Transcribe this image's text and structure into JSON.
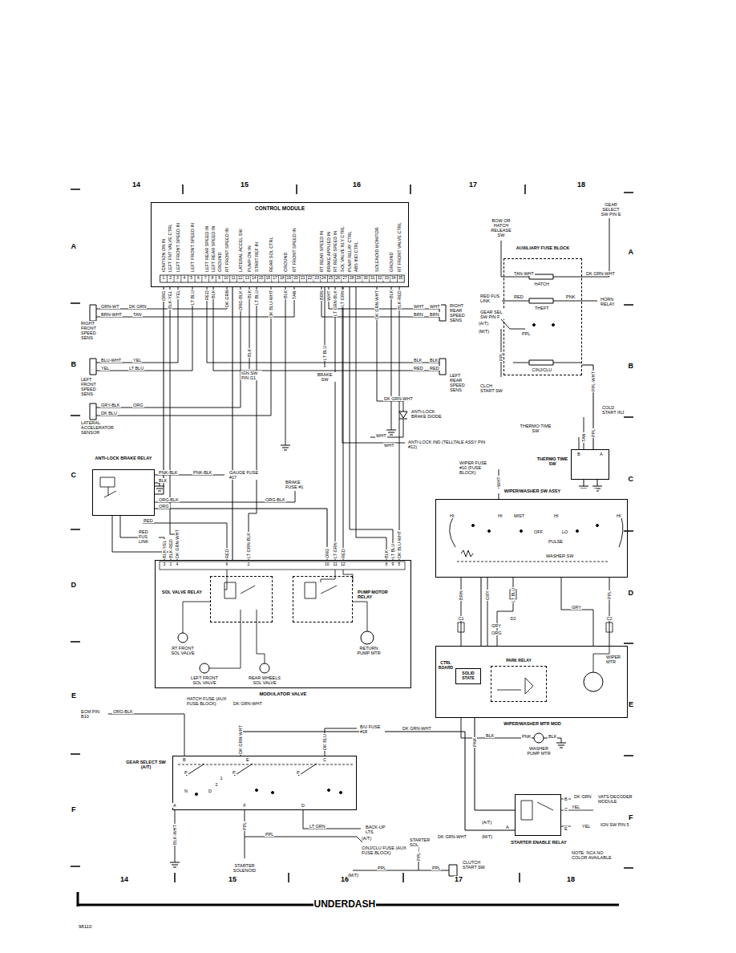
{
  "diagram": {
    "nodes": [
      {
        "text": [
          "CONTROL MODULE"
        ]
      },
      {
        "text": [
          "AUXILIARY FUSE BLOCK"
        ]
      },
      {
        "text": [
          "ANTI-LOCK BRAKE RELAY"
        ]
      },
      {
        "text": [
          "MODULATOR VALVE"
        ]
      },
      {
        "text": [
          "SOL VALVE RELAY"
        ],
        "in": 3
      },
      {
        "text": [
          "PUMP MOTOR RELAY"
        ],
        "in": 3
      },
      {
        "text": [
          "WIPER/WASHER SW ASSY"
        ]
      },
      {
        "text": [
          "WIPER/WASHER MTR MOD"
        ]
      },
      {
        "text": [
          "CTRL BOARD",
          "SOLID STATE"
        ],
        "in": 7
      },
      {
        "text": [
          "PARK RELAY"
        ],
        "in": 7
      },
      {
        "text": [
          "GEAR SELECT SW (A/T)"
        ]
      },
      {
        "text": [
          "STARTER ENABLE RELAY"
        ]
      },
      {
        "text": [
          "THERMO TIME SW"
        ]
      }
    ],
    "edges": [
      {
        "from": 0,
        "to": 3,
        "arrow": "none"
      },
      {
        "from": 2,
        "to": 0,
        "arrow": "none"
      },
      {
        "from": 2,
        "to": 3,
        "arrow": "none"
      },
      {
        "from": 1,
        "to": 12,
        "label": "PPL-WHT",
        "arrow": "none"
      },
      {
        "from": 6,
        "to": 7,
        "arrow": "none"
      },
      {
        "from": 10,
        "to": 11,
        "label": "DK GRN-WHT",
        "arrow": "none"
      },
      {
        "from": 7,
        "to": 11,
        "arrow": "none"
      }
    ],
    "labels": [
      "14",
      "15",
      "16",
      "17",
      "18",
      "A",
      "B",
      "C",
      "D",
      "E",
      "F",
      "A",
      "B",
      "C",
      "D",
      "E",
      "F",
      "14",
      "15",
      "16",
      "17",
      "18",
      "IGNITION ON IN",
      "LEFT FNT VALVE CTRL",
      "LEFT FRONT SPEED IN",
      "LEFT FRONT SPEED IN",
      "LEFT REAR SPEED IN",
      "LEFT REAR SPEED IN",
      "GROUND",
      "RT FRONT SPEED IN",
      "LATERAL ACCEL SW",
      "PUMP ON IN",
      "START REF IN",
      "REAR SOL CTRL",
      "GROUND",
      "RT FRONT SPEED IN",
      "RT REAR SPEED IN",
      "BRAKE APPLIED IN",
      "RT REAR SPEED IN",
      "SOL VALVE RLY CTRL",
      "PUMP RELAY CTRL",
      "ABS IND CTRL",
      "SOLENOID MONITOR",
      "GROUND",
      "RT FRONT VALVE CTRL",
      "1",
      "2",
      "3",
      "4",
      "5",
      "6",
      "7",
      "8",
      "9",
      "10",
      "11",
      "12",
      "13",
      "14",
      "15",
      "16",
      "17",
      "18",
      "19",
      "20",
      "21",
      "22",
      "23",
      "24",
      "25",
      "26",
      "27",
      "28",
      "29",
      "30",
      "31",
      "32",
      "33",
      "34",
      "35",
      "ORG",
      "BLK-YEL",
      "YEL",
      "LT BLU",
      "RED",
      "BLK",
      "DK GRN",
      "ORG-BLK",
      "BLK",
      "LT BLU",
      "DK BLU-WHT",
      "BLK",
      "TAN",
      "BRN",
      "WHT",
      "LT GRN-BLK",
      "LT GRN",
      "DK GRN-WHT",
      "BLK",
      "BLK-RED",
      "BOW OR HATCH RELEASE SW",
      "GEAR SELECT SW PIN E",
      "TAN-WHT",
      "DK GRN-WHT",
      "HATCH",
      "RED FUS LINK",
      "RED",
      "THEFT",
      "PNK",
      "HORN RELAY",
      "GEAR SEL SW PIN F",
      "(A/T)",
      "(M/T)",
      "PPL",
      "CINJ/CLU",
      "PPL",
      "CLCH START SW",
      "PPL",
      "COLD START INJ",
      "THERMO-TIME SW",
      "B",
      "A",
      "TAN",
      "BLK",
      "IGN SW PIN G1",
      "LT BLU",
      "BRAKE SW",
      "DK GRN-WHT",
      "ANTI-LOCK BRAKE DIODE",
      "WHT",
      "WHT",
      "ANTI-LOCK IND (TELLTALE ASSY PIN #12)",
      "WIPER FUSE #10 (FUSE BLOCK)",
      "WHT",
      "RIGHT FRONT SPEED SENS",
      "GRN-WT",
      "DK GRN",
      "BRN-WHT",
      "TAN",
      "BLU-WHT",
      "YEL",
      "YEL",
      "LT BLU",
      "LEFT FRONT SPEED SENS",
      "GRY-BLK",
      "ORG",
      "DK BLU",
      "LATERAL ACCELERATOR SENSOR",
      "WHT",
      "WHT",
      "BRN",
      "BRN",
      "RIGHT REAR SPEED SENS",
      "BLK",
      "BLK",
      "RED",
      "RED",
      "LEFT REAR SPEED SENS",
      "PNK-BLK",
      "PNK-BLK",
      "GAUGE FUSE #17",
      "BLK",
      "ORG-BLK",
      "ORG",
      "ORG-BLK",
      "BRAKE FUSE #1",
      "RED",
      "RED FUS LINK",
      "3",
      "1",
      "4",
      "6",
      "2",
      "10",
      "11",
      "12",
      "8",
      "9",
      "5",
      "BLK-YEL",
      "BLK-RED",
      "DK GRN-WHT",
      "RED",
      "LT GRN-BLK",
      "ORG",
      "LT GRN",
      "RED",
      "BLK",
      "LT BLU",
      "DK BLU-WHT",
      "RT FRONT SOL VALVE",
      "RETURN PUMP MTR",
      "LEFT FRONT SOL VALVE",
      "REAR WHEELS SOL VALVE",
      "HATCH FUSE (AUX FUSE BLOCK)",
      "DK GRN-WHT",
      "ECM PIN B10",
      "ORG-BLK",
      "B/U FUSE #18",
      "DK BLU",
      "DK GRN-WHT",
      "B",
      "E",
      "C",
      "A",
      "F",
      "D",
      "P",
      "P",
      "P",
      "N",
      "D",
      "2",
      "1",
      "BLK-WHT",
      "PPL",
      "STARTER SOLENOID",
      "LT GRN",
      "BACK-UP LTS",
      "PPL",
      "(A/T)",
      "CINJ/CLU FUSE (AUX FUSE BLOCK)",
      "PPL",
      "(M/T)",
      "STARTER SOL",
      "PPL",
      "PPL",
      "CLUTCH START SW",
      "(A/T)",
      "(M/T)",
      "DK GRN-WHT",
      "PNK",
      "PNK",
      "BLK",
      "WASHER PUMP MTR",
      "BLK",
      "B",
      "C",
      "E",
      "DK GRN",
      "VATS DECODER MODULE",
      "YEL",
      "YEL",
      "IGN SW PIN 5",
      "A",
      "NOTE: NCA NO COLOR AVAILABLE",
      "HI",
      "HI",
      "MIST",
      "HI",
      "HI",
      "OFF",
      "LO",
      "PULSE",
      "WASHER SW",
      "BRN",
      "GRY",
      "LT BLU",
      "PPL",
      "C1",
      "D2",
      "C2",
      "GRY",
      "ORG",
      "GRY",
      "WIPER MTR",
      "UNDERDASH",
      "98110"
    ]
  }
}
